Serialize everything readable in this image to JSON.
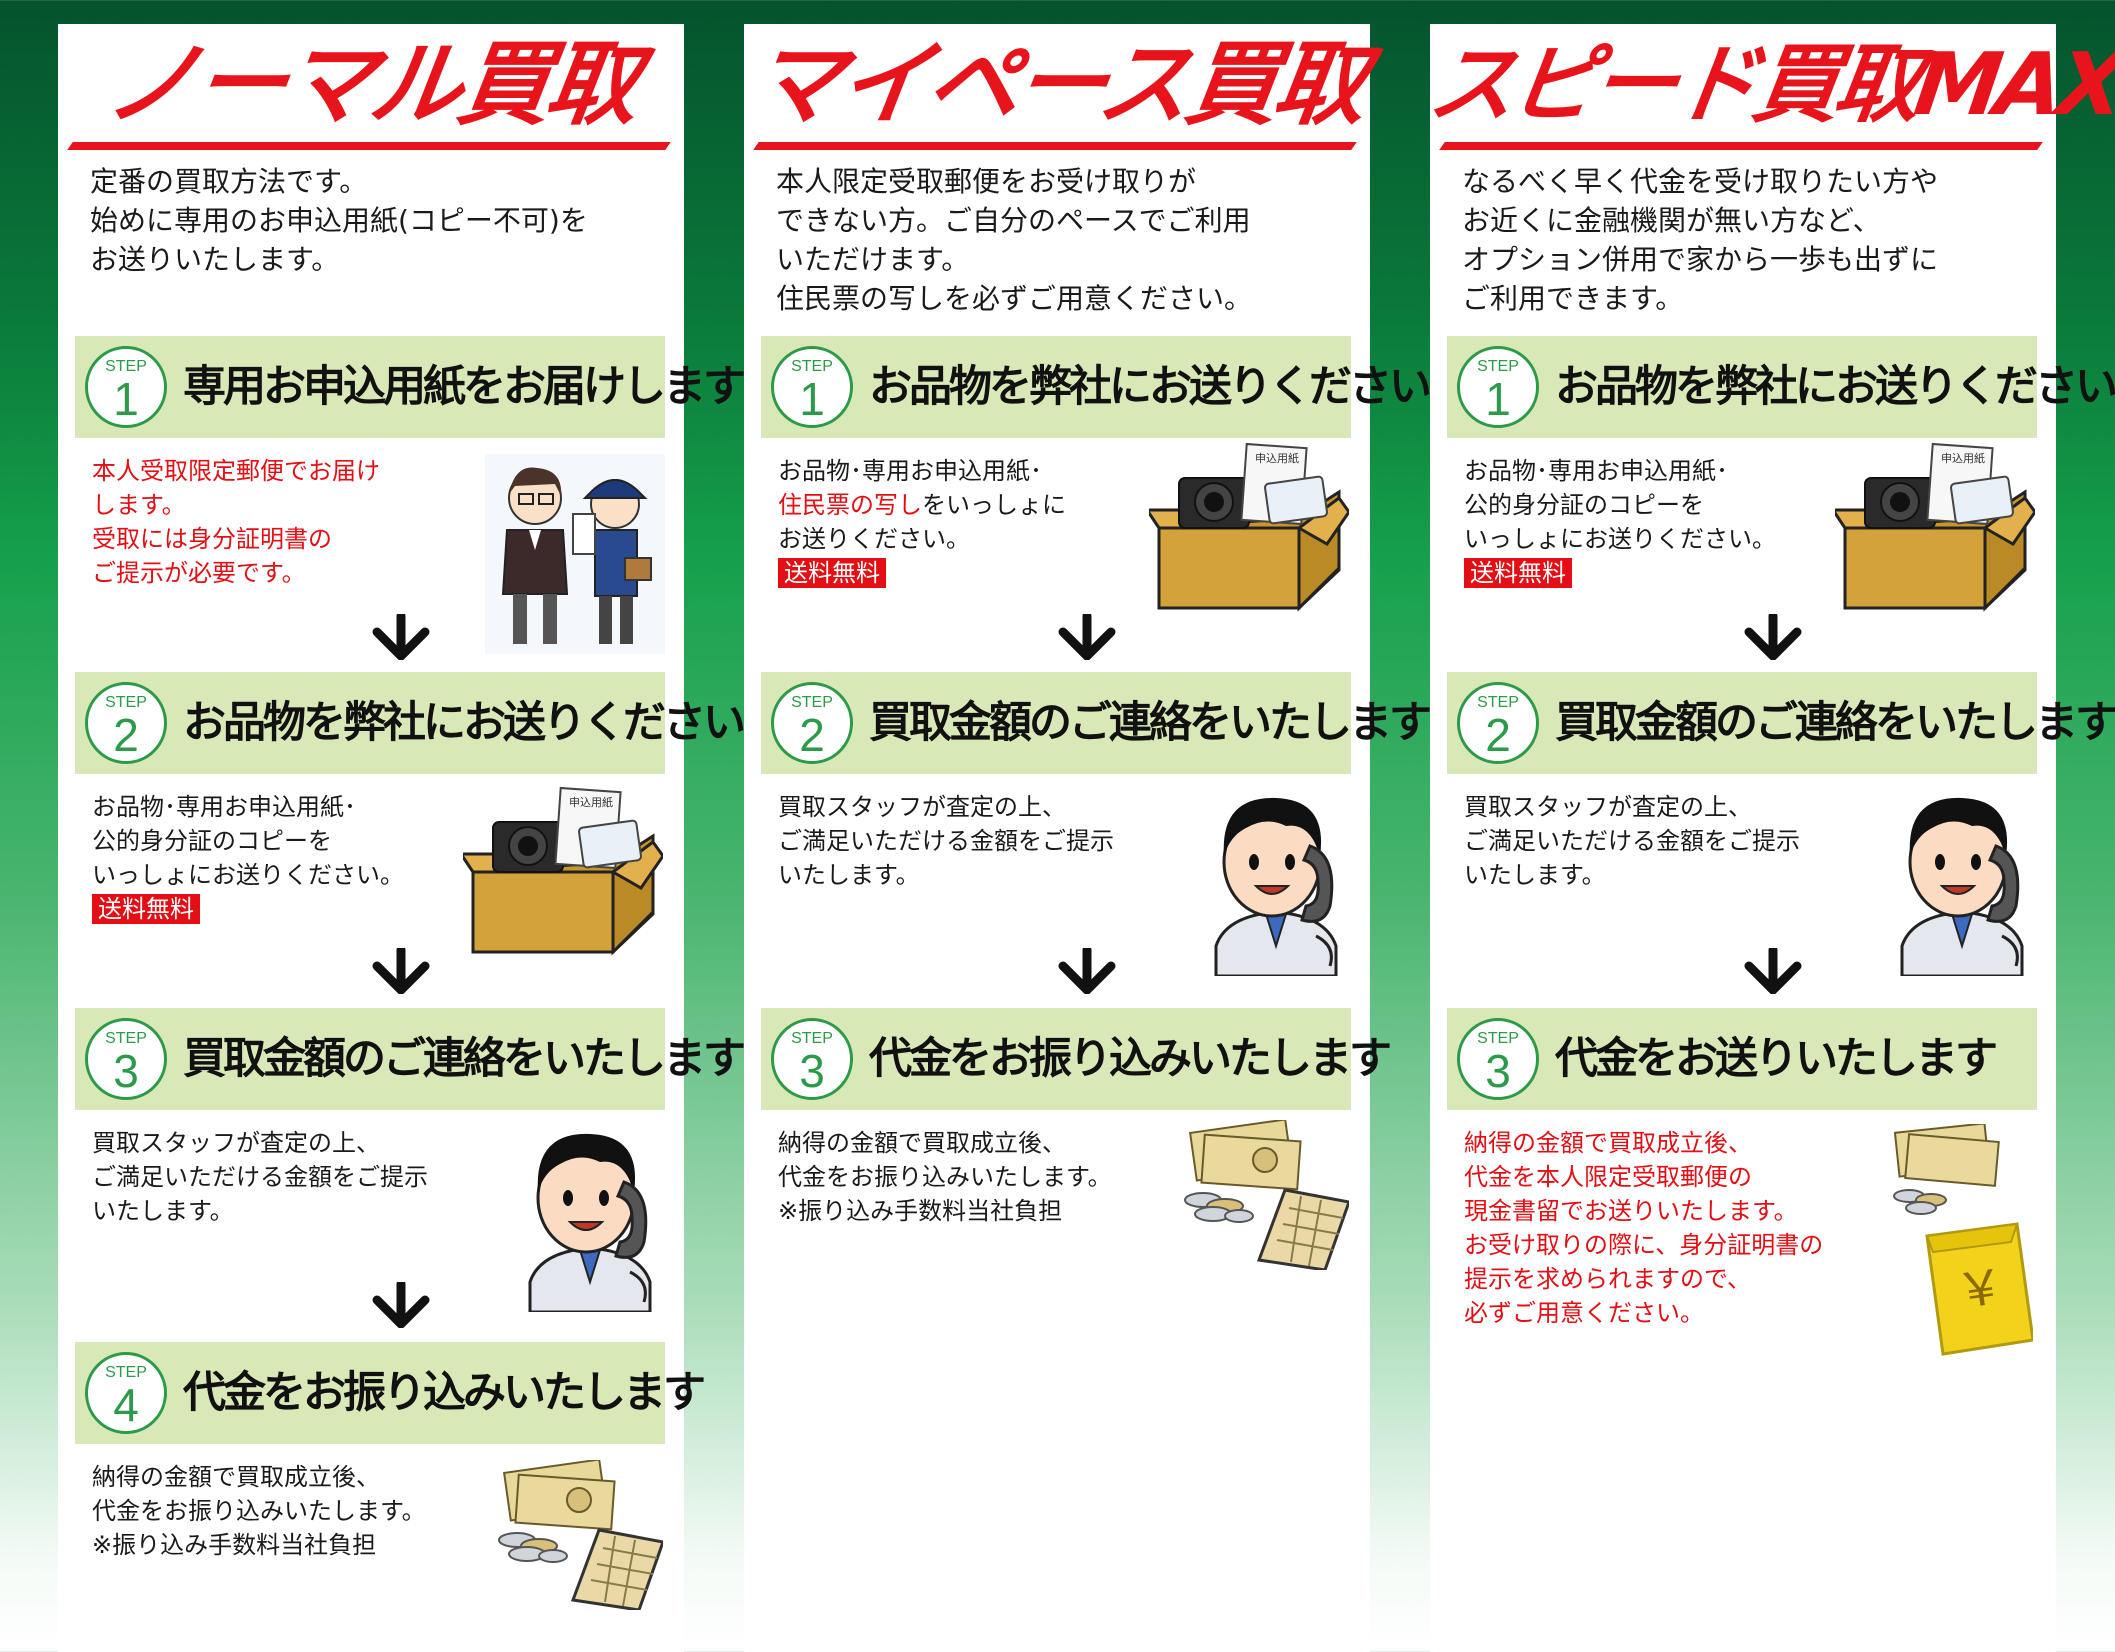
{
  "columns": [
    {
      "title": "ノーマル買取",
      "intro": "定番の買取方法です。\n始めに専用のお申込用紙(コピー不可)を\nお送りいたします。",
      "steps": [
        {
          "word": "STEP",
          "num": "1",
          "title": "専用お申込用紙をお届けします",
          "lines": [
            "本人受取限定郵便でお届け",
            "します。",
            "受取には身分証明書の",
            "ご提示が必要です。"
          ],
          "red": true,
          "badge": ""
        },
        {
          "word": "STEP",
          "num": "2",
          "title": "お品物を弊社にお送りください",
          "lines": [
            "お品物･専用お申込用紙･",
            "公的身分証のコピーを",
            "いっしょにお送りください。"
          ],
          "red": false,
          "badge": "送料無料"
        },
        {
          "word": "STEP",
          "num": "3",
          "title": "買取金額のご連絡をいたします",
          "lines": [
            "買取スタッフが査定の上、",
            "ご満足いただける金額をご提示",
            "いたします。"
          ],
          "red": false,
          "badge": ""
        },
        {
          "word": "STEP",
          "num": "4",
          "title": "代金をお振り込みいたします",
          "lines": [
            "納得の金額で買取成立後、",
            "代金をお振り込みいたします。",
            "※振り込み手数料当社負担"
          ],
          "red": false,
          "badge": ""
        }
      ]
    },
    {
      "title": "マイペース買取",
      "intro": "本人限定受取郵便をお受け取りが\nできない方。ご自分のペースでご利用\nいただけます。\n住民票の写しを必ずご用意ください。",
      "steps": [
        {
          "word": "STEP",
          "num": "1",
          "title": "お品物を弊社にお送りください",
          "lines": [
            "お品物･専用お申込用紙･",
            "住民票の写しをいっしょに",
            "お送りください。"
          ],
          "red_part": "住民票の写し",
          "red": false,
          "badge": "送料無料"
        },
        {
          "word": "STEP",
          "num": "2",
          "title": "買取金額のご連絡をいたします",
          "lines": [
            "買取スタッフが査定の上、",
            "ご満足いただける金額をご提示",
            "いたします。"
          ],
          "red": false,
          "badge": ""
        },
        {
          "word": "STEP",
          "num": "3",
          "title": "代金をお振り込みいたします",
          "lines": [
            "納得の金額で買取成立後、",
            "代金をお振り込みいたします。",
            "※振り込み手数料当社負担"
          ],
          "red": false,
          "badge": ""
        }
      ]
    },
    {
      "title": "スピード買取MAX",
      "intro": "なるべく早く代金を受け取りたい方や\nお近くに金融機関が無い方など、\nオプション併用で家から一歩も出ずに\nご利用できます。",
      "steps": [
        {
          "word": "STEP",
          "num": "1",
          "title": "お品物を弊社にお送りください",
          "lines": [
            "お品物･専用お申込用紙･",
            "公的身分証のコピーを",
            "いっしょにお送りください。"
          ],
          "red": false,
          "badge": "送料無料"
        },
        {
          "word": "STEP",
          "num": "2",
          "title": "買取金額のご連絡をいたします",
          "lines": [
            "買取スタッフが査定の上、",
            "ご満足いただける金額をご提示",
            "いたします。"
          ],
          "red": false,
          "badge": ""
        },
        {
          "word": "STEP",
          "num": "3",
          "title": "代金をお送りいたします",
          "lines": [
            "納得の金額で買取成立後、",
            "代金を本人限定受取郵便の",
            "現金書留でお送りいたします。",
            "お受け取りの際に、身分証明書の",
            "提示を求められますので、",
            "必ずご用意ください。"
          ],
          "red": true,
          "badge": ""
        }
      ]
    }
  ],
  "illustrations": {
    "form_label": "申込用紙",
    "envelope_symbol": "￥"
  },
  "colors": {
    "title_red": "#e8141c",
    "step_bar": "#d9e8b7",
    "step_green": "#2c9a48",
    "badge_red": "#e30f14",
    "background_top": "#04532d",
    "background_mid": "#16a04c"
  }
}
